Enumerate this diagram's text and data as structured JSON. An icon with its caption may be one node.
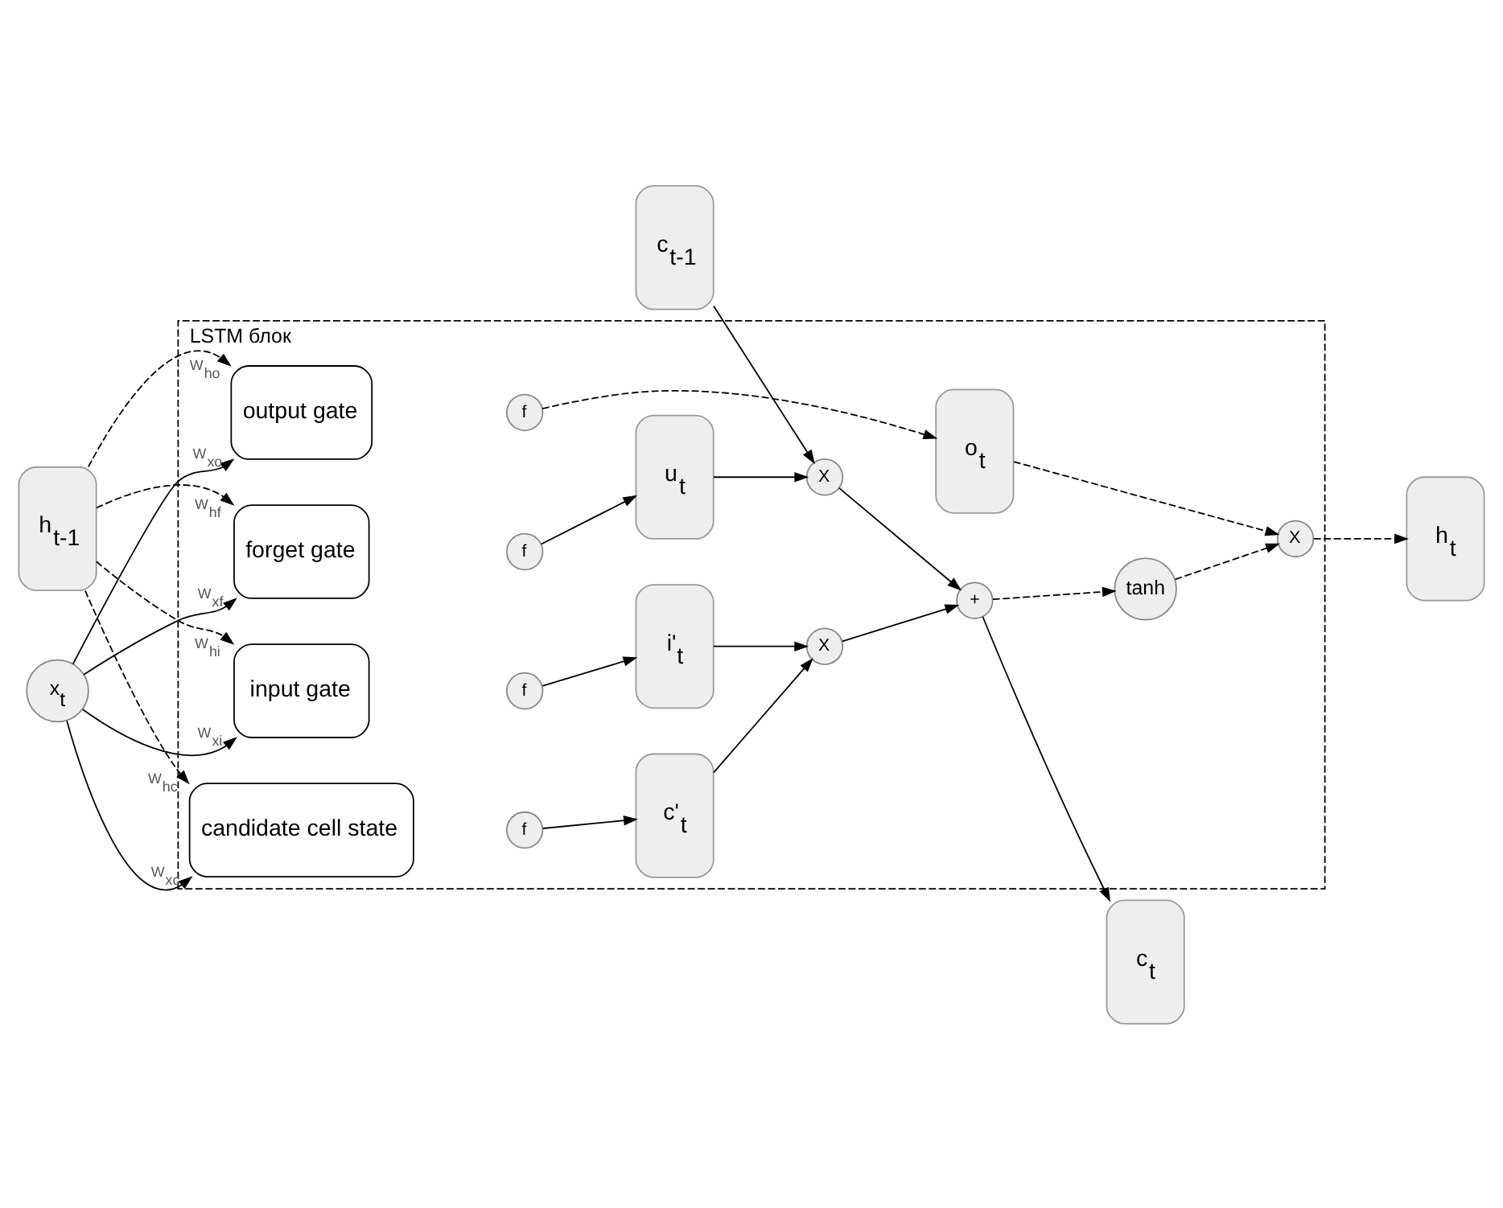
{
  "diagram": {
    "nodes": [
      {
        "text": [
          "c$_{t-1}$"
        ]
      },
      {
        "text": [
          "LSTM блок"
        ]
      },
      {
        "text": [
          "forget gate"
        ],
        "in": 1
      },
      {
        "text": [
          "f"
        ],
        "in": 1
      },
      {
        "text": [
          "u$_{t}$"
        ],
        "in": 1
      },
      {
        "text": [
          "input gate"
        ],
        "in": 1
      },
      {
        "text": [
          "f"
        ],
        "in": 1
      },
      {
        "text": [
          "i'$_{t}$"
        ],
        "in": 1
      },
      {
        "text": [
          "candidate cell state"
        ],
        "in": 1
      },
      {
        "text": [
          "f"
        ],
        "in": 1
      },
      {
        "text": [
          "c'$_{t}$"
        ],
        "in": 1
      },
      {
        "text": [
          "output gate"
        ],
        "in": 1
      },
      {
        "text": [
          "f"
        ],
        "in": 1
      },
      {
        "text": [
          "o$_{t}$"
        ],
        "in": 1
      },
      {
        "text": [
          "X"
        ],
        "in": 1
      },
      {
        "text": [
          "+"
        ],
        "in": 1
      },
      {
        "text": [
          "X"
        ],
        "in": 1
      },
      {
        "text": [
          "tanh"
        ],
        "in": 1
      },
      {
        "text": [
          "X"
        ],
        "in": 1
      },
      {
        "text": [
          "c$_{t}$"
        ]
      },
      {
        "text": [
          "h$_{t-1}$"
        ]
      },
      {
        "text": [
          "h$_{t}$"
        ]
      },
      {
        "text": [
          "x$_{t}$"
        ]
      }
    ],
    "edges": [
      {
        "from": 0,
        "to": 14,
        "arrow": "to"
      },
      {
        "from": 20,
        "to": 2,
        "arrow": "to",
        "style": "dashed",
        "label": "W$_{hf}$"
      },
      {
        "from": 22,
        "to": 2,
        "arrow": "to",
        "label": "W$_{xf}$"
      },
      {
        "from": 3,
        "to": 4,
        "arrow": "to"
      },
      {
        "from": 4,
        "to": 14,
        "arrow": "to"
      },
      {
        "from": 14,
        "to": 15,
        "arrow": "to"
      },
      {
        "from": 15,
        "to": 19,
        "arrow": "to"
      },
      {
        "from": 20,
        "to": 5,
        "arrow": "to",
        "style": "dashed",
        "label": "W$_{hi}$"
      },
      {
        "from": 22,
        "to": 5,
        "arrow": "to",
        "label": "W$_{xi}$"
      },
      {
        "from": 6,
        "to": 7,
        "arrow": "to"
      },
      {
        "from": 7,
        "to": 16,
        "arrow": "to"
      },
      {
        "from": 20,
        "to": 8,
        "arrow": "to",
        "style": "dashed",
        "label": "W$_{hc}$"
      },
      {
        "from": 22,
        "to": 8,
        "arrow": "to",
        "label": "W$_{xc}$"
      },
      {
        "from": 9,
        "to": 10,
        "arrow": "to"
      },
      {
        "from": 10,
        "to": 16,
        "arrow": "to"
      },
      {
        "from": 16,
        "to": 15,
        "arrow": "to"
      },
      {
        "from": 15,
        "to": 17,
        "arrow": "to",
        "style": "dashed"
      },
      {
        "from": 17,
        "to": 18,
        "arrow": "to",
        "style": "dashed"
      },
      {
        "from": 20,
        "to": 11,
        "arrow": "to",
        "style": "dashed",
        "label": "W$_{ho}$"
      },
      {
        "from": 22,
        "to": 11,
        "arrow": "to",
        "label": "W$_{xo}$"
      },
      {
        "from": 12,
        "to": 13,
        "arrow": "to",
        "style": "dashed"
      },
      {
        "from": 13,
        "to": 18,
        "arrow": "to",
        "style": "dashed"
      },
      {
        "from": 18,
        "to": 21,
        "arrow": "to",
        "style": "dashed"
      }
    ]
  }
}
